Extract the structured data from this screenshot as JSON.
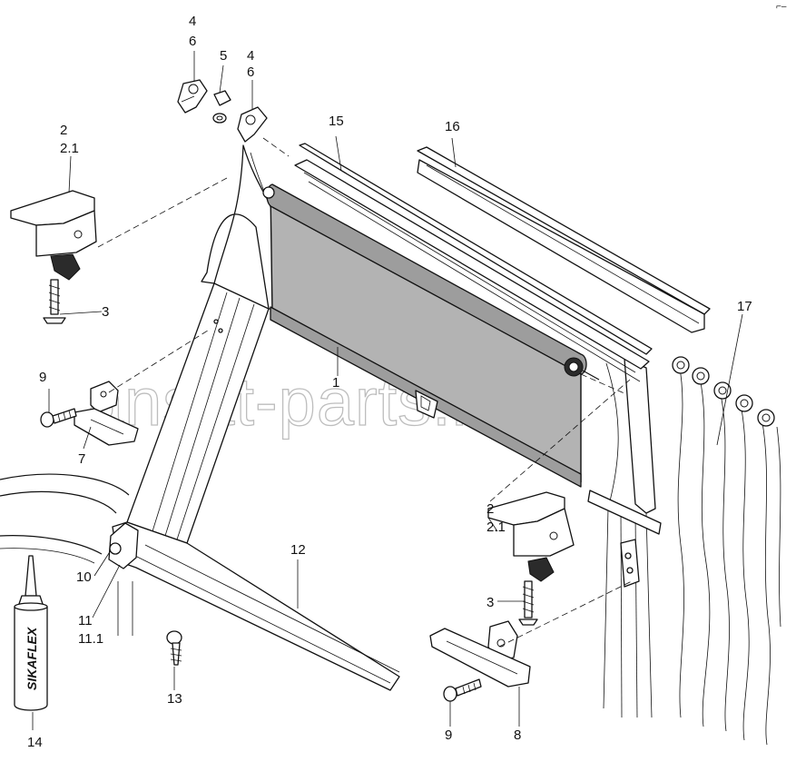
{
  "watermark": "ansat-parts.ru",
  "corner_mark": "⌐–",
  "callouts": [
    {
      "id": "c-4-6-top-left",
      "lines": [
        "4",
        "6"
      ]
    },
    {
      "id": "c-5",
      "lines": [
        "5"
      ]
    },
    {
      "id": "c-4-6-top-right",
      "lines": [
        "4",
        "6"
      ]
    },
    {
      "id": "c-2-left",
      "lines": [
        "2",
        "2.1"
      ]
    },
    {
      "id": "c-3-left",
      "lines": [
        "3"
      ]
    },
    {
      "id": "c-15",
      "lines": [
        "15"
      ]
    },
    {
      "id": "c-16",
      "lines": [
        "16"
      ]
    },
    {
      "id": "c-17",
      "lines": [
        "17"
      ]
    },
    {
      "id": "c-9-left",
      "lines": [
        "9"
      ]
    },
    {
      "id": "c-7",
      "lines": [
        "7"
      ]
    },
    {
      "id": "c-1",
      "lines": [
        "1"
      ]
    },
    {
      "id": "c-2-right",
      "lines": [
        "2",
        "2.1"
      ]
    },
    {
      "id": "c-3-right",
      "lines": [
        "3"
      ]
    },
    {
      "id": "c-12",
      "lines": [
        "12"
      ]
    },
    {
      "id": "c-10",
      "lines": [
        "10"
      ]
    },
    {
      "id": "c-11",
      "lines": [
        "11",
        "11.1"
      ]
    },
    {
      "id": "c-13",
      "lines": [
        "13"
      ]
    },
    {
      "id": "c-14",
      "lines": [
        "14"
      ]
    },
    {
      "id": "c-9-right",
      "lines": [
        "9"
      ]
    },
    {
      "id": "c-8",
      "lines": [
        "8"
      ]
    }
  ],
  "sealant_tube_label": "SIKAFLEX"
}
